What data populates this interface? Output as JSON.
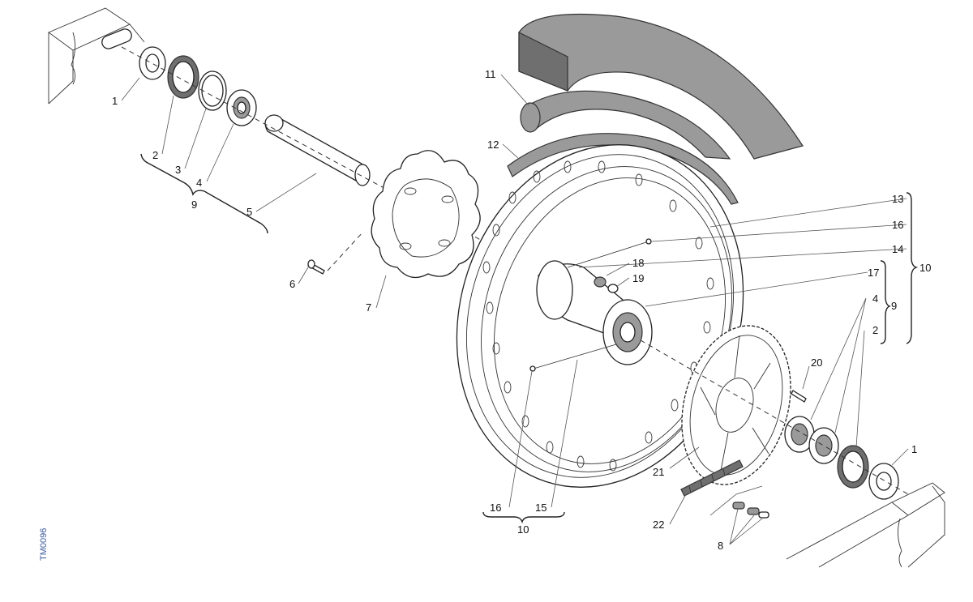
{
  "drawing_code": "TM0096",
  "labels": {
    "l1a": "1",
    "l2a": "2",
    "l3": "3",
    "l4a": "4",
    "l5": "5",
    "l6": "6",
    "l7": "7",
    "l9a": "9",
    "l11": "11",
    "l12": "12",
    "l13": "13",
    "l16a": "16",
    "l14": "14",
    "l10a": "10",
    "l17": "17",
    "l18": "18",
    "l19": "19",
    "l4b": "4",
    "l9b": "9",
    "l2b": "2",
    "l20": "20",
    "l1b": "1",
    "l21": "21",
    "l22": "22",
    "l8": "8",
    "l16b": "16",
    "l15": "15",
    "l10b": "10"
  }
}
